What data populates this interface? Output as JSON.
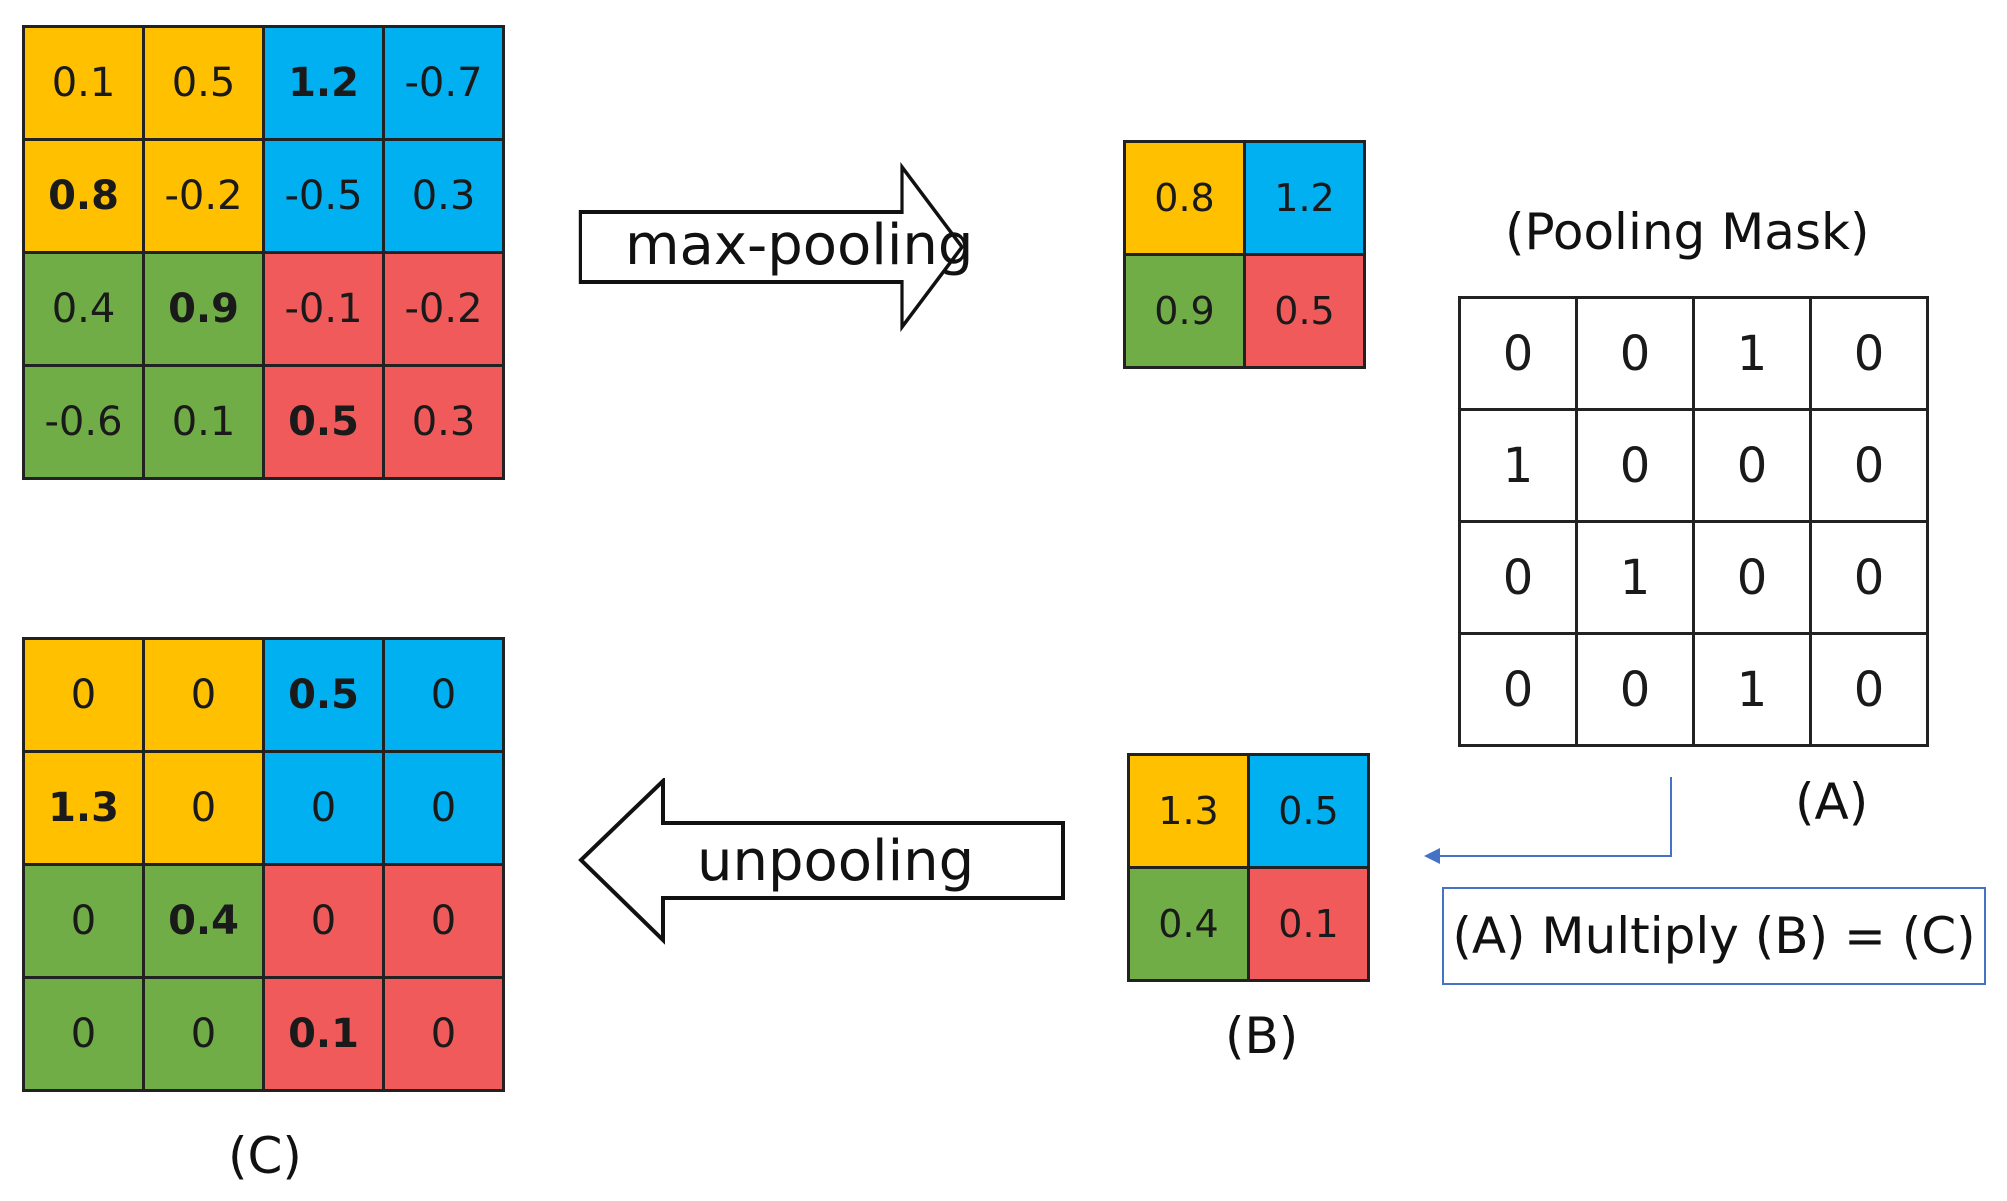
{
  "input_matrix": [
    {
      "v": "0.1",
      "c": "yellow",
      "b": false
    },
    {
      "v": "0.5",
      "c": "yellow",
      "b": false
    },
    {
      "v": "1.2",
      "c": "blue",
      "b": true
    },
    {
      "v": "-0.7",
      "c": "blue",
      "b": false
    },
    {
      "v": "0.8",
      "c": "yellow",
      "b": true
    },
    {
      "v": "-0.2",
      "c": "yellow",
      "b": false
    },
    {
      "v": "-0.5",
      "c": "blue",
      "b": false
    },
    {
      "v": "0.3",
      "c": "blue",
      "b": false
    },
    {
      "v": "0.4",
      "c": "green",
      "b": false
    },
    {
      "v": "0.9",
      "c": "green",
      "b": true
    },
    {
      "v": "-0.1",
      "c": "red",
      "b": false
    },
    {
      "v": "-0.2",
      "c": "red",
      "b": false
    },
    {
      "v": "-0.6",
      "c": "green",
      "b": false
    },
    {
      "v": "0.1",
      "c": "green",
      "b": false
    },
    {
      "v": "0.5",
      "c": "red",
      "b": true
    },
    {
      "v": "0.3",
      "c": "red",
      "b": false
    }
  ],
  "pooled_matrix": [
    {
      "v": "0.8",
      "c": "yellow"
    },
    {
      "v": "1.2",
      "c": "blue"
    },
    {
      "v": "0.9",
      "c": "green"
    },
    {
      "v": "0.5",
      "c": "red"
    }
  ],
  "mask_title": "(Pooling Mask)",
  "mask_matrix": [
    "0",
    "0",
    "1",
    "0",
    "1",
    "0",
    "0",
    "0",
    "0",
    "1",
    "0",
    "0",
    "0",
    "0",
    "1",
    "0"
  ],
  "mask_label": "(A)",
  "b_matrix": [
    {
      "v": "1.3",
      "c": "yellow"
    },
    {
      "v": "0.5",
      "c": "blue"
    },
    {
      "v": "0.4",
      "c": "green"
    },
    {
      "v": "0.1",
      "c": "red"
    }
  ],
  "b_label": "(B)",
  "output_matrix": [
    {
      "v": "0",
      "c": "yellow",
      "b": false
    },
    {
      "v": "0",
      "c": "yellow",
      "b": false
    },
    {
      "v": "0.5",
      "c": "blue",
      "b": true
    },
    {
      "v": "0",
      "c": "blue",
      "b": false
    },
    {
      "v": "1.3",
      "c": "yellow",
      "b": true
    },
    {
      "v": "0",
      "c": "yellow",
      "b": false
    },
    {
      "v": "0",
      "c": "blue",
      "b": false
    },
    {
      "v": "0",
      "c": "blue",
      "b": false
    },
    {
      "v": "0",
      "c": "green",
      "b": false
    },
    {
      "v": "0.4",
      "c": "green",
      "b": true
    },
    {
      "v": "0",
      "c": "red",
      "b": false
    },
    {
      "v": "0",
      "c": "red",
      "b": false
    },
    {
      "v": "0",
      "c": "green",
      "b": false
    },
    {
      "v": "0",
      "c": "green",
      "b": false
    },
    {
      "v": "0.1",
      "c": "red",
      "b": true
    },
    {
      "v": "0",
      "c": "red",
      "b": false
    }
  ],
  "c_label": "(C)",
  "arrows": {
    "maxpool_label": "max-pooling",
    "unpool_label": "unpooling"
  },
  "formula": "(A) Multiply (B) = (C)",
  "colors": {
    "yellow": "#FFC000",
    "blue": "#00B0F0",
    "green": "#70AD47",
    "red": "#F15A5A",
    "connector": "#4472C4"
  }
}
